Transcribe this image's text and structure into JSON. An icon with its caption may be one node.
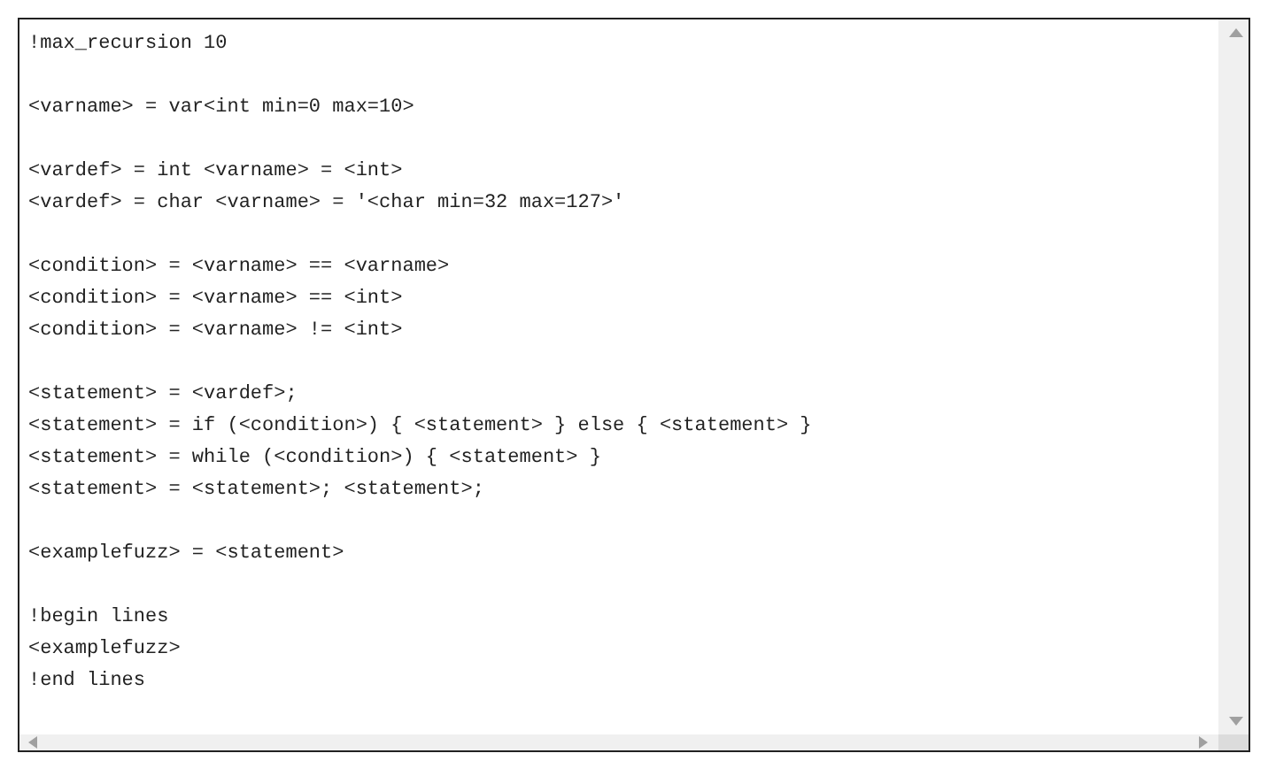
{
  "diagram": {
    "labels": [
      "!max_recursion 10",
      "<varname> = var<int min=0 max=10>",
      "<vardef> = int <varname> = <int>",
      "<vardef> = char <varname> = '<char min=32 max=127>'",
      "<condition> = <varname> == <varname>",
      "<condition> = <varname> == <int>",
      "<condition> = <varname> != <int>",
      "<statement> = <vardef>;",
      "<statement> = if (<condition>) { <statement> } else { <statement> }",
      "<statement> = while (<condition>) { <statement> }",
      "<statement> = <statement>; <statement>;",
      "<examplefuzz> = <statement>",
      "!begin lines",
      "<examplefuzz>",
      "!end lines"
    ]
  }
}
